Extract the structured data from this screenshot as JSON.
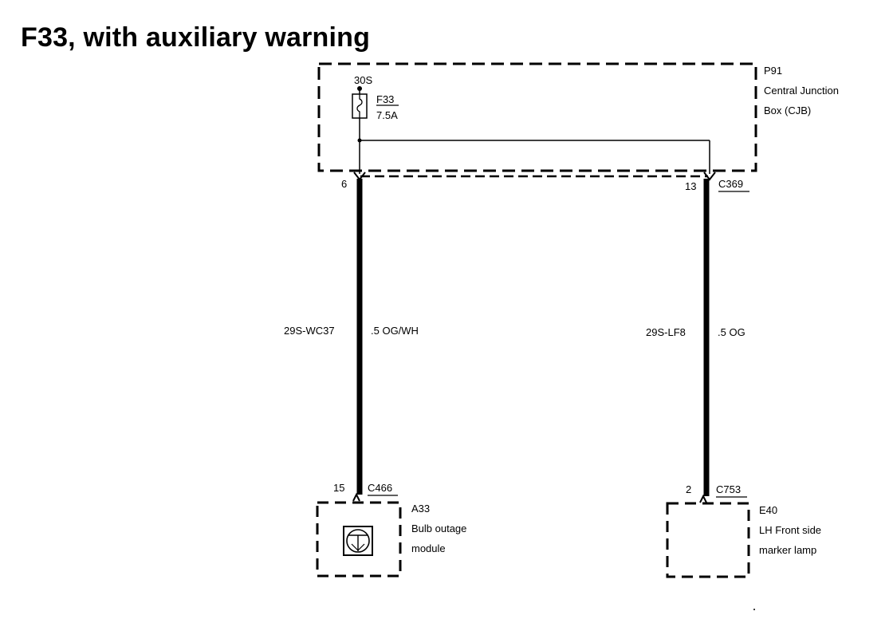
{
  "title": "F33, with auxiliary warning",
  "cjb": {
    "ref": "P91",
    "name_line1": "Central Junction",
    "name_line2": "Box (CJB)",
    "supply": "30S",
    "fuse_id": "F33",
    "fuse_rating": "7.5A",
    "connector": "C369",
    "pin_left": "6",
    "pin_right": "13"
  },
  "wires": [
    {
      "circuit": "29S-WC37",
      "spec": ".5 OG/WH"
    },
    {
      "circuit": "29S-LF8",
      "spec": ".5 OG"
    }
  ],
  "module": {
    "connector": "C466",
    "pin": "15",
    "ref": "A33",
    "name_line1": "Bulb outage",
    "name_line2": "module"
  },
  "lamp": {
    "connector": "C753",
    "pin": "2",
    "ref": "E40",
    "name_line1": "LH Front side",
    "name_line2": "marker lamp"
  },
  "icons": {
    "module_symbol": "electronic-module-icon",
    "fuse_symbol": "fuse-icon"
  }
}
